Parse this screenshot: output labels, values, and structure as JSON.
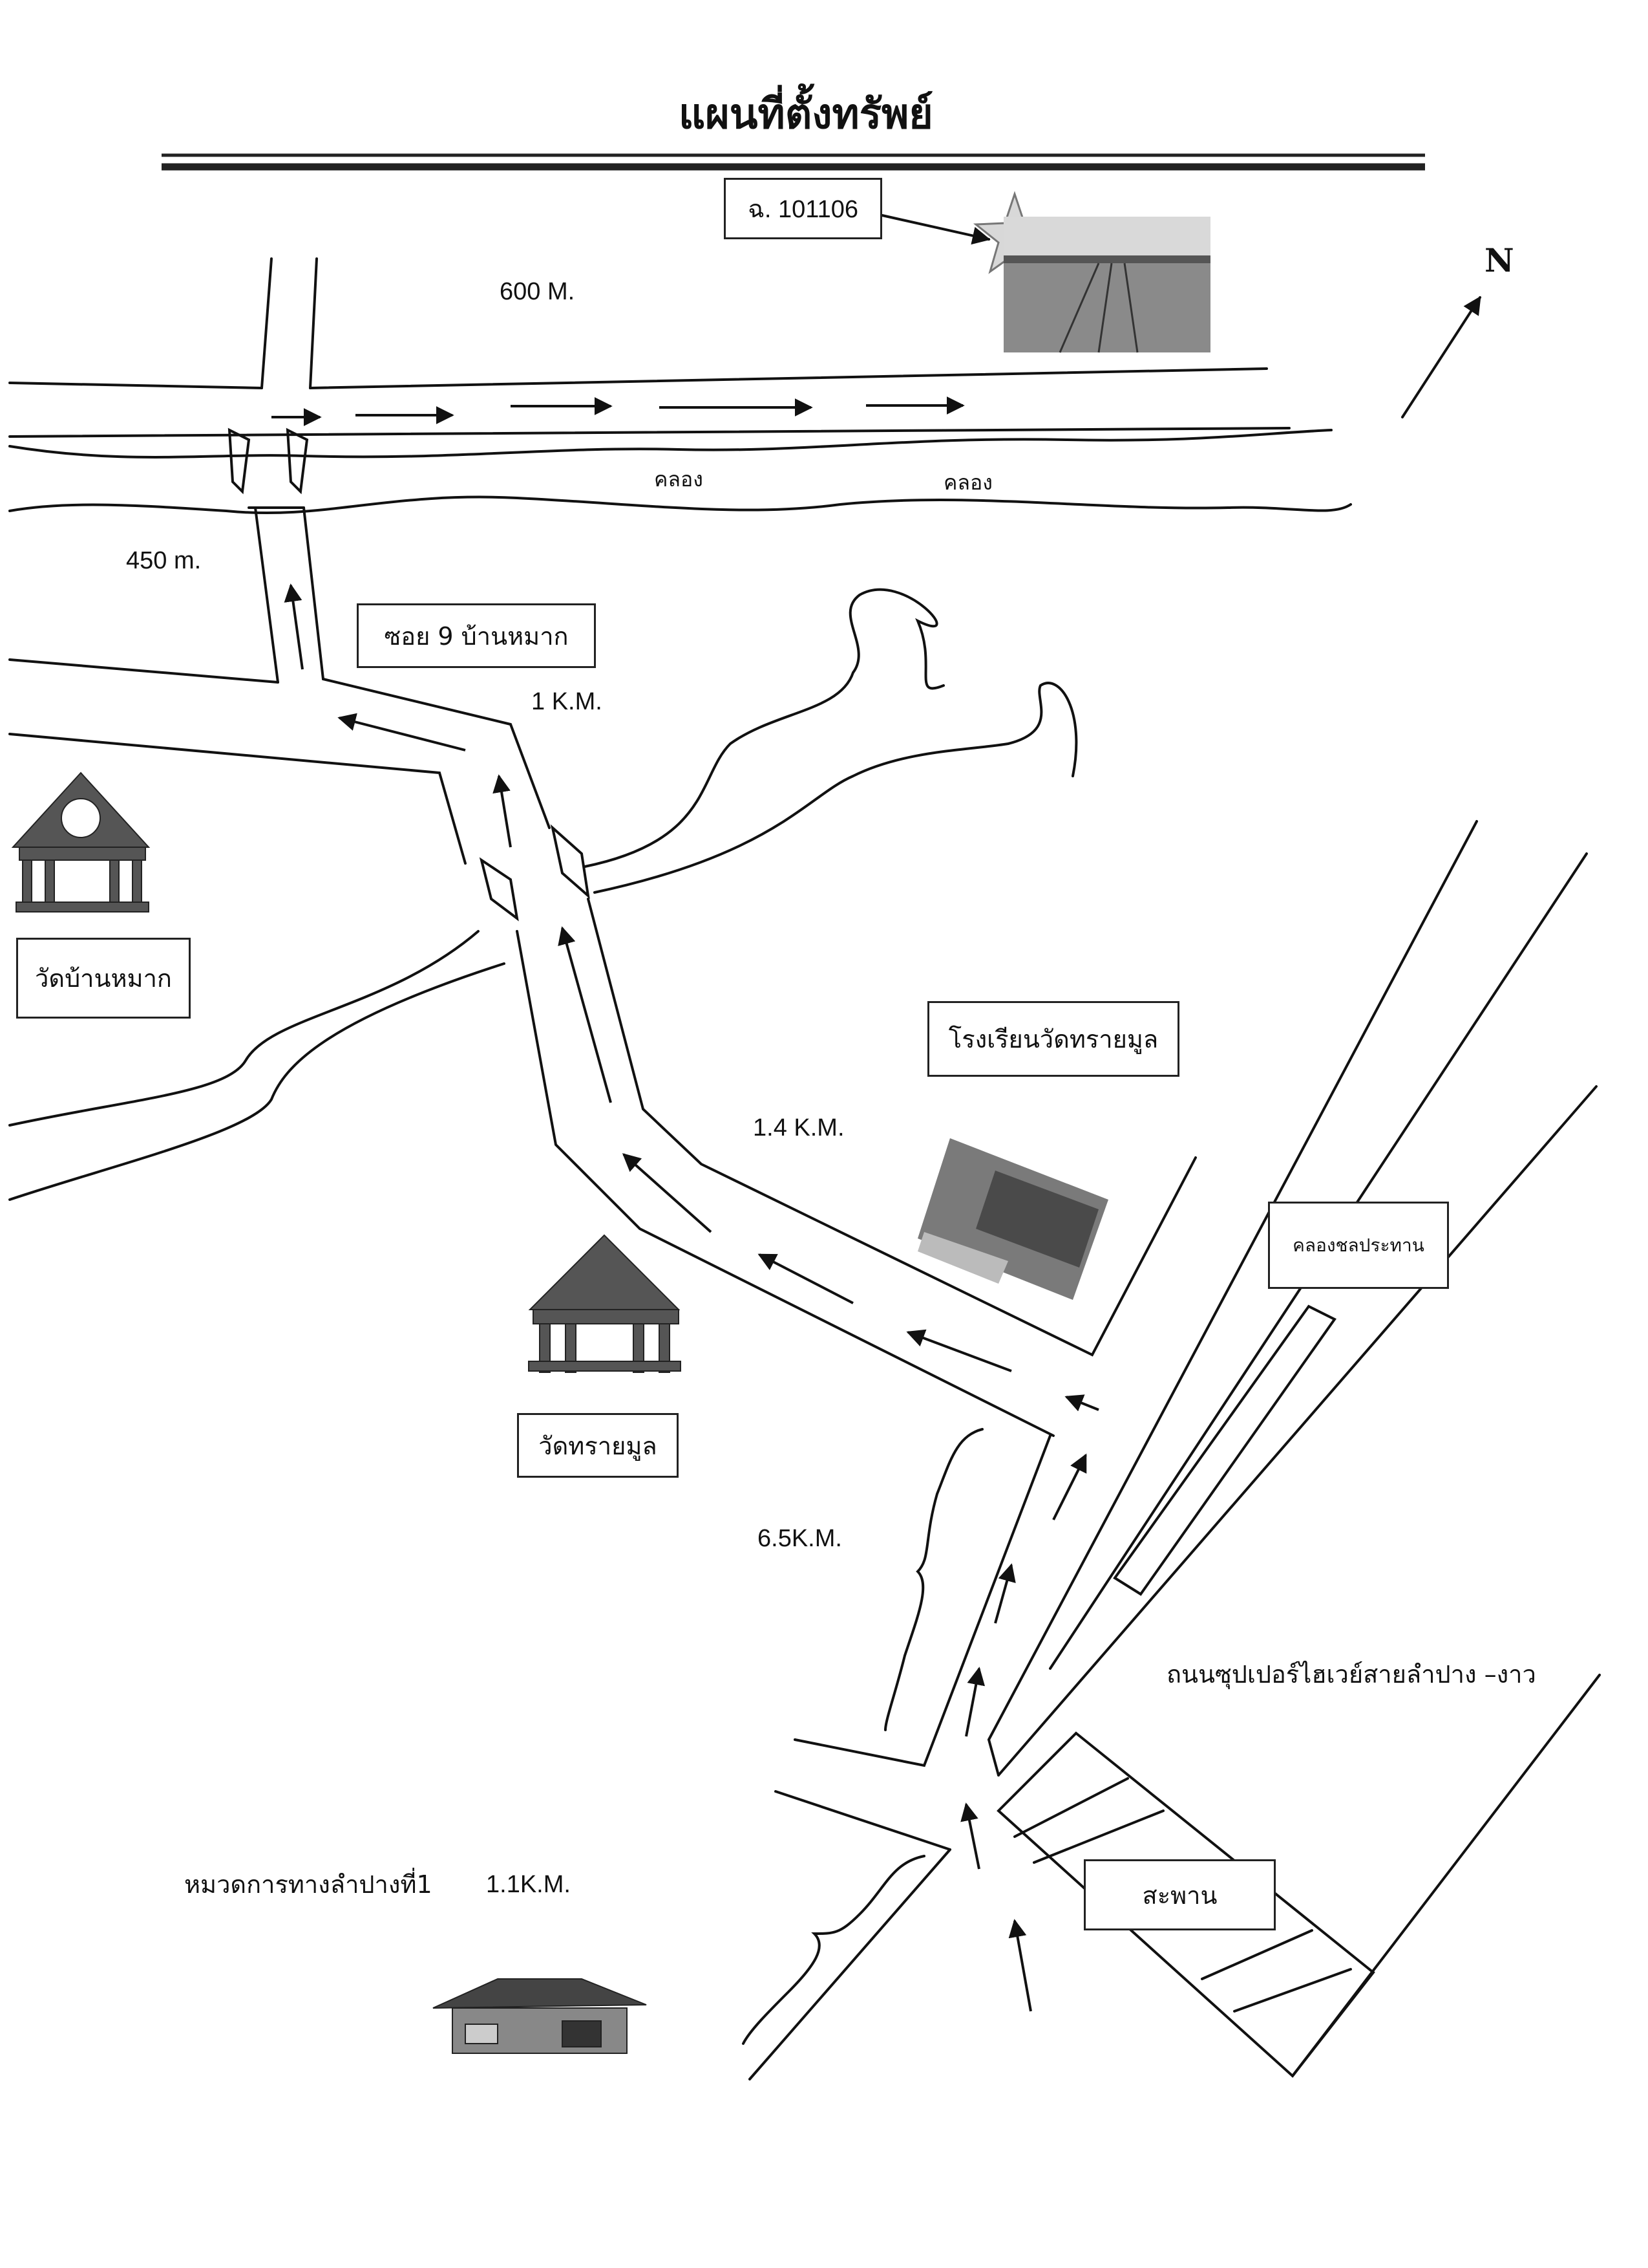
{
  "title": "แผนที่ตั้งทรัพย์",
  "north_label": "N",
  "deed_label": "ฉ. 101106",
  "distances": {
    "d600": "600 M.",
    "d450": "450 m.",
    "d1km": "1 K.M.",
    "d14km": "1.4 K.M.",
    "d65km": "6.5K.M.",
    "d11km": "1.1K.M."
  },
  "canal_label": "คลอง",
  "places": {
    "soi9": "ซอย 9 บ้านหมาก",
    "wat_ban_mak": "วัดบ้านหมาก",
    "school": "โรงเรียนวัดทรายมูล",
    "irrigation_canal": "คลองชลประทาน",
    "wat_sai_mun": "วัดทรายมูล",
    "superhighway": "ถนนซุปเปอร์ไฮเวย์สายลำปาง –งาว",
    "highway_district": "หมวดการทางลำปางที่1",
    "bridge": "สะพาน"
  },
  "icons": {
    "star": "star-icon",
    "field_photo": "field-photo",
    "temple": "temple-icon",
    "school_photo": "school-building-photo",
    "house": "house-icon"
  },
  "colors": {
    "ink": "#111111",
    "paper": "#ffffff",
    "photo": "#6e6e6e"
  }
}
